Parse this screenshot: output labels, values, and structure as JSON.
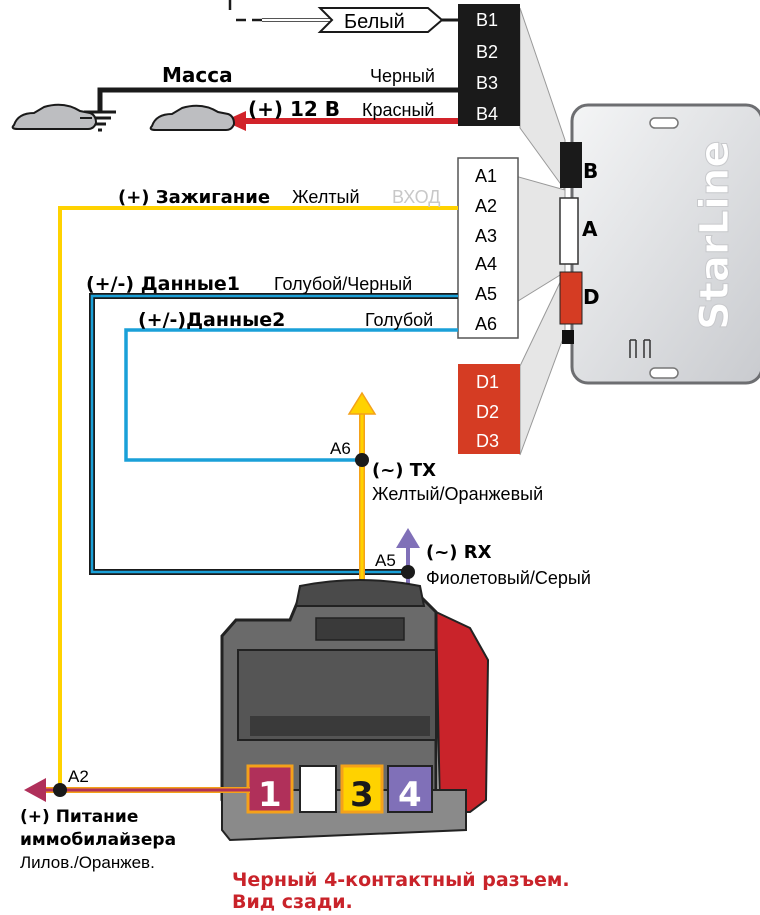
{
  "colors": {
    "black": "#1a1a1a",
    "white_wire": "#ffffff",
    "red_wire": "#d2232a",
    "yellow_wire": "#ffd200",
    "blue_wire": "#1aa0d8",
    "orange_wire": "#f4a11a",
    "purple_wire": "#8070b8",
    "pink_wire": "#b0305a",
    "connector_red": "#d53c23",
    "unit_body": "#e8e9eb",
    "plug_body": "#5a5a5a"
  },
  "top_block": {
    "wire_white_label": "Белый",
    "wire_black_label": "Черный",
    "wire_red_label": "Красный",
    "ground_label": "Масса",
    "power_label": "(+) 12 В",
    "pins": [
      "B1",
      "B2",
      "B3",
      "B4"
    ]
  },
  "unit": {
    "brand": "StarLine",
    "port_b": "B",
    "port_a": "A",
    "port_d": "D"
  },
  "a_block": {
    "pins": [
      "A1",
      "A2",
      "A3",
      "A4",
      "A5",
      "A6"
    ],
    "ignition_bold": "(+) Зажигание",
    "ignition_color": "Желтый",
    "ignition_input": "ВХОД",
    "data1_bold": "(+/-) Данные1",
    "data1_color": "Голубой/Черный",
    "data2_bold": "(+/-)Данные2",
    "data2_color": "Голубой"
  },
  "d_block": {
    "pins": [
      "D1",
      "D2",
      "D3"
    ]
  },
  "signals": {
    "a6_point": "A6",
    "tx_label": "(~) TX",
    "tx_color": "Желтый/Оранжевый",
    "a5_point": "A5",
    "rx_label": "(~) RX",
    "rx_color": "Фиолетовый/Серый",
    "a2_point": "A2",
    "immo_power_line1": "(+) Питание",
    "immo_power_line2": "иммобилайзера",
    "immo_power_color": "Лилов./Оранжев."
  },
  "plug": {
    "pins": [
      "1",
      "3",
      "4"
    ],
    "caption_line1": "Черный 4-контактный разъем.",
    "caption_line2": "Вид сзади."
  }
}
